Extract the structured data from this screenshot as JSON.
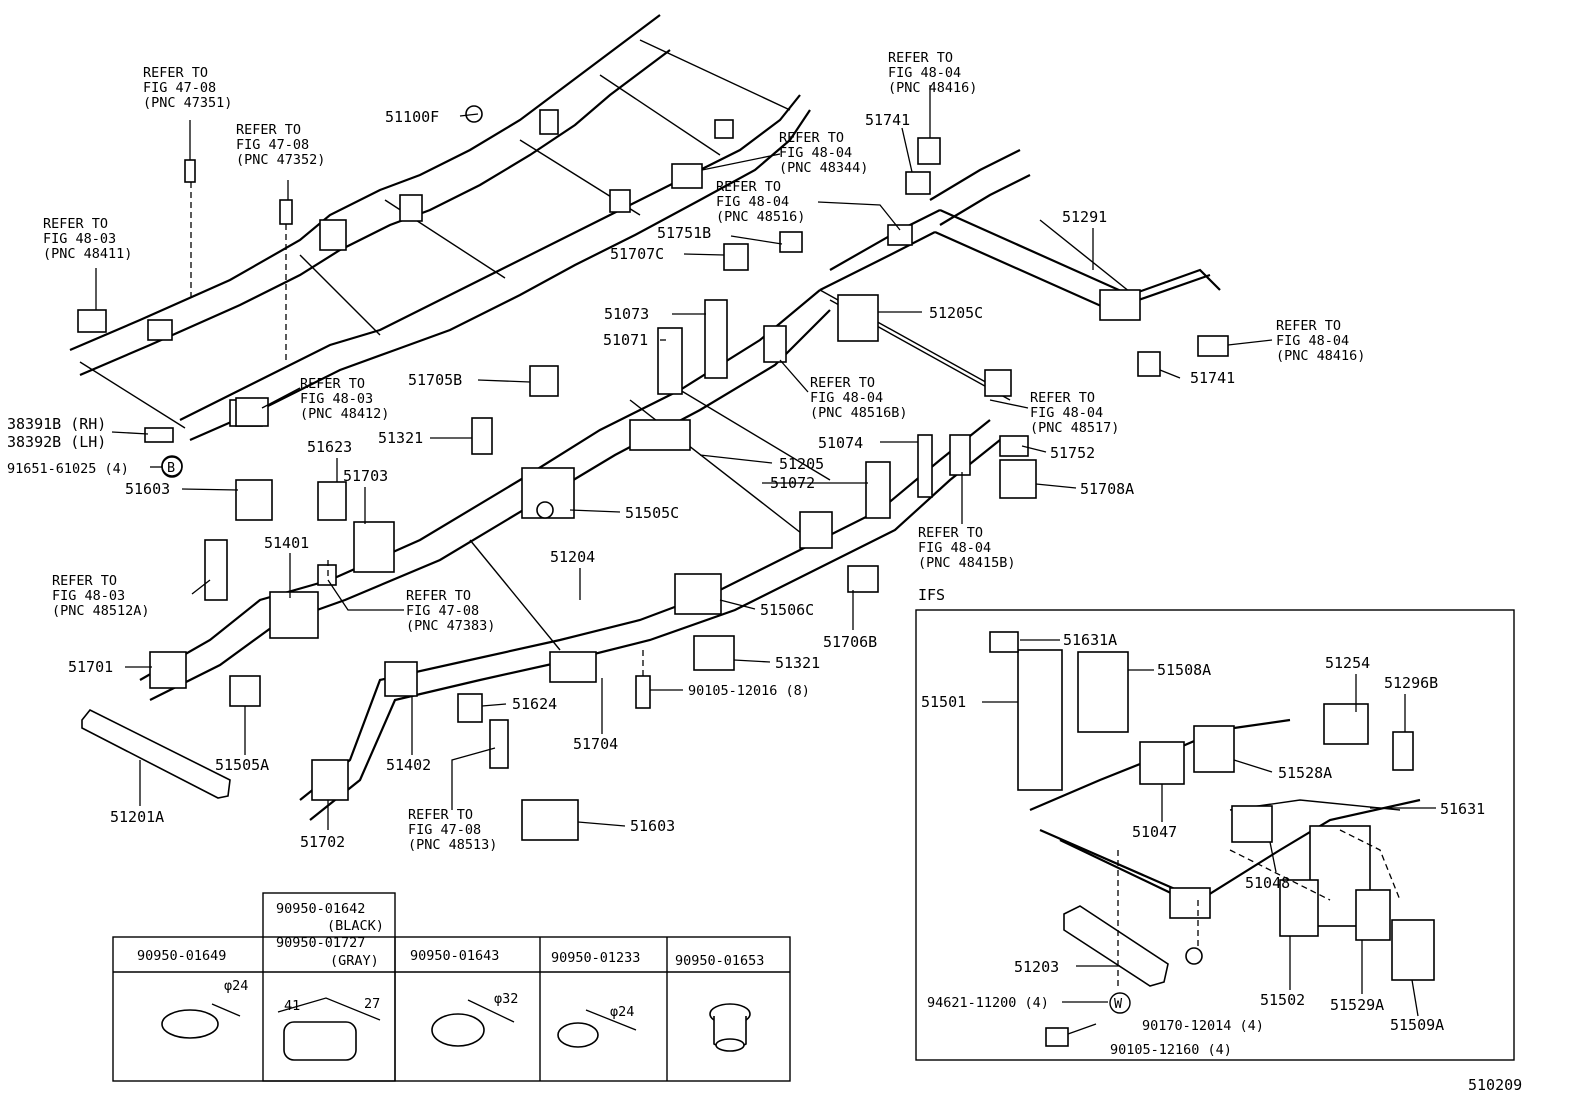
{
  "diagram_id": "510209",
  "ifs_label": "IFS",
  "parts": {
    "p51100F": "51100F",
    "p51291": "51291",
    "p51741a": "51741",
    "p51741b": "51741",
    "p51751B": "51751B",
    "p51707C": "51707C",
    "p51073": "51073",
    "p51071": "51071",
    "p51205C": "51205C",
    "p51705B": "51705B",
    "p51321a": "51321",
    "p51321b": "51321",
    "p51074": "51074",
    "p51752": "51752",
    "p51623": "51623",
    "p51703": "51703",
    "p51205": "51205",
    "p51072": "51072",
    "p51708A": "51708A",
    "p38391B": "38391B (RH)",
    "p38392B": "38392B (LH)",
    "p91651": "91651-61025 (4)",
    "p51603a": "51603",
    "p51603b": "51603",
    "p51505C": "51505C",
    "p51401": "51401",
    "p51204": "51204",
    "p51506C": "51506C",
    "p51706B": "51706B",
    "p51701": "51701",
    "p90105a": "90105-12016 (8)",
    "p51624": "51624",
    "p51704": "51704",
    "p51505A": "51505A",
    "p51402": "51402",
    "p51201A": "51201A",
    "p51702": "51702",
    "p51631A": "51631A",
    "p51508A": "51508A",
    "p51254": "51254",
    "p51296B": "51296B",
    "p51501": "51501",
    "p51528A": "51528A",
    "p51631": "51631",
    "p51047": "51047",
    "p51048": "51048",
    "p51203": "51203",
    "p94621": "94621-11200 (4)",
    "p90170": "90170-12014 (4)",
    "p90105b": "90105-12160 (4)",
    "p51502": "51502",
    "p51529A": "51529A",
    "p51509A": "51509A",
    "circle_w": "W",
    "circle_b": "B"
  },
  "refs": {
    "r47351": [
      "REFER TO",
      "FIG 47-08",
      "(PNC 47351)"
    ],
    "r47352": [
      "REFER TO",
      "FIG 47-08",
      "(PNC 47352)"
    ],
    "r48411": [
      "REFER TO",
      "FIG 48-03",
      "(PNC 48411)"
    ],
    "r48416a": [
      "REFER TO",
      "FIG 48-04",
      "(PNC 48416)"
    ],
    "r48344": [
      "REFER TO",
      "FIG 48-04",
      "(PNC 48344)"
    ],
    "r48516": [
      "REFER TO",
      "FIG 48-04",
      "(PNC 48516)"
    ],
    "r48416b": [
      "REFER TO",
      "FIG 48-04",
      "(PNC 48416)"
    ],
    "r48412": [
      "REFER TO",
      "FIG 48-03",
      "(PNC 48412)"
    ],
    "r48516B": [
      "REFER TO",
      "FIG 48-04",
      "(PNC 48516B)"
    ],
    "r48517": [
      "REFER TO",
      "FIG 48-04",
      "(PNC 48517)"
    ],
    "r48415B": [
      "REFER TO",
      "FIG 48-04",
      "(PNC 48415B)"
    ],
    "r48512A": [
      "REFER TO",
      "FIG 48-03",
      "(PNC 48512A)"
    ],
    "r47383": [
      "REFER TO",
      "FIG 47-08",
      "(PNC 47383)"
    ],
    "r48513": [
      "REFER TO",
      "FIG 47-08",
      "(PNC 48513)"
    ]
  },
  "plug_table": {
    "col1": "90950-01649",
    "col2": [
      "90950-01642",
      "(BLACK)",
      "90950-01727",
      "(GRAY)"
    ],
    "col3": "90950-01643",
    "col4": "90950-01233",
    "col5": "90950-01653",
    "dim1": "φ24",
    "dim2a": "41",
    "dim2b": "27",
    "dim3": "φ32",
    "dim4": "φ24"
  }
}
